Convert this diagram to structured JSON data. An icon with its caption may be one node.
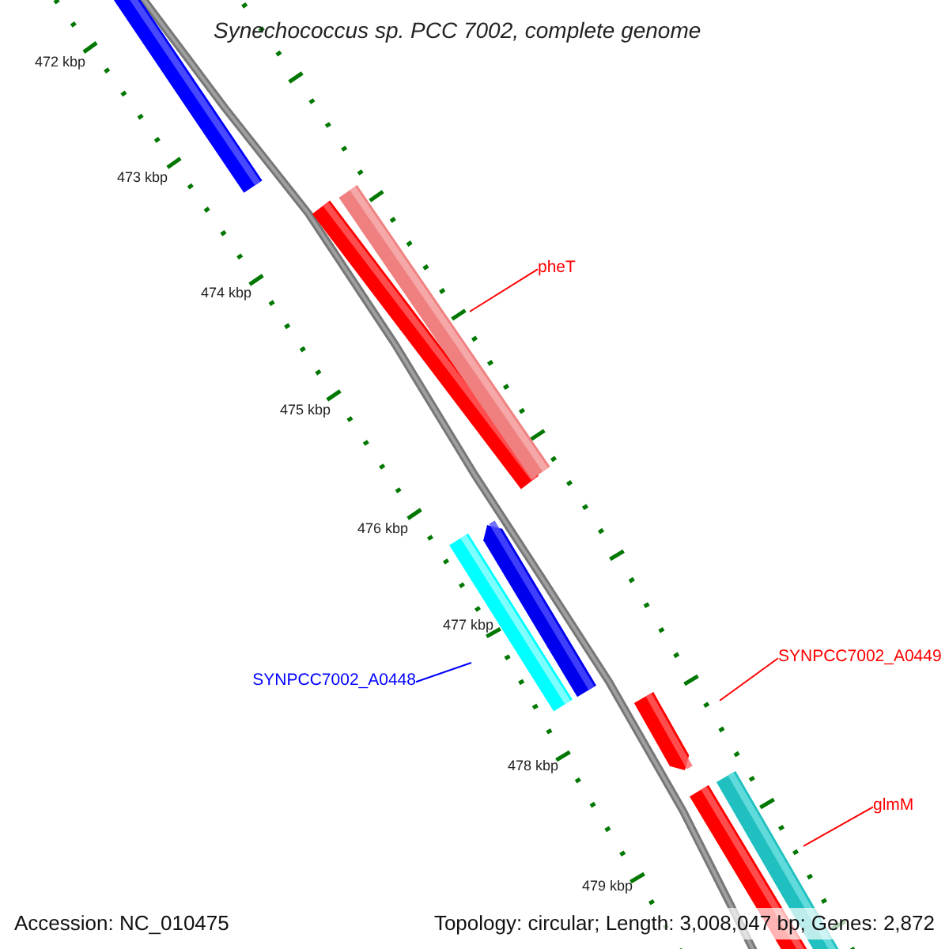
{
  "diagram": {
    "title": "Synechococcus sp. PCC 7002, complete genome",
    "nodes": [
      {
        "text": [
          "pheT"
        ]
      },
      {
        "text": [
          "SYNPCC7002_A0448"
        ]
      },
      {
        "text": [
          "SYNPCC7002_A0449"
        ]
      },
      {
        "text": [
          "glmM"
        ]
      }
    ],
    "edges": [
      {
        "from": 0,
        "to": null,
        "arrow": "none"
      },
      {
        "from": 1,
        "to": null,
        "arrow": "none",
        "color": "#0000ff"
      },
      {
        "from": 2,
        "to": null,
        "arrow": "none"
      },
      {
        "from": 3,
        "to": null,
        "arrow": "none"
      }
    ],
    "labels": [
      "472 kbp",
      "473 kbp",
      "474 kbp",
      "475 kbp",
      "476 kbp",
      "477 kbp",
      "478 kbp",
      "479 kbp",
      "Accession: NC_010475",
      "Topology: circular; Length: 3,008,047 bp; Genes: 2,872"
    ]
  }
}
